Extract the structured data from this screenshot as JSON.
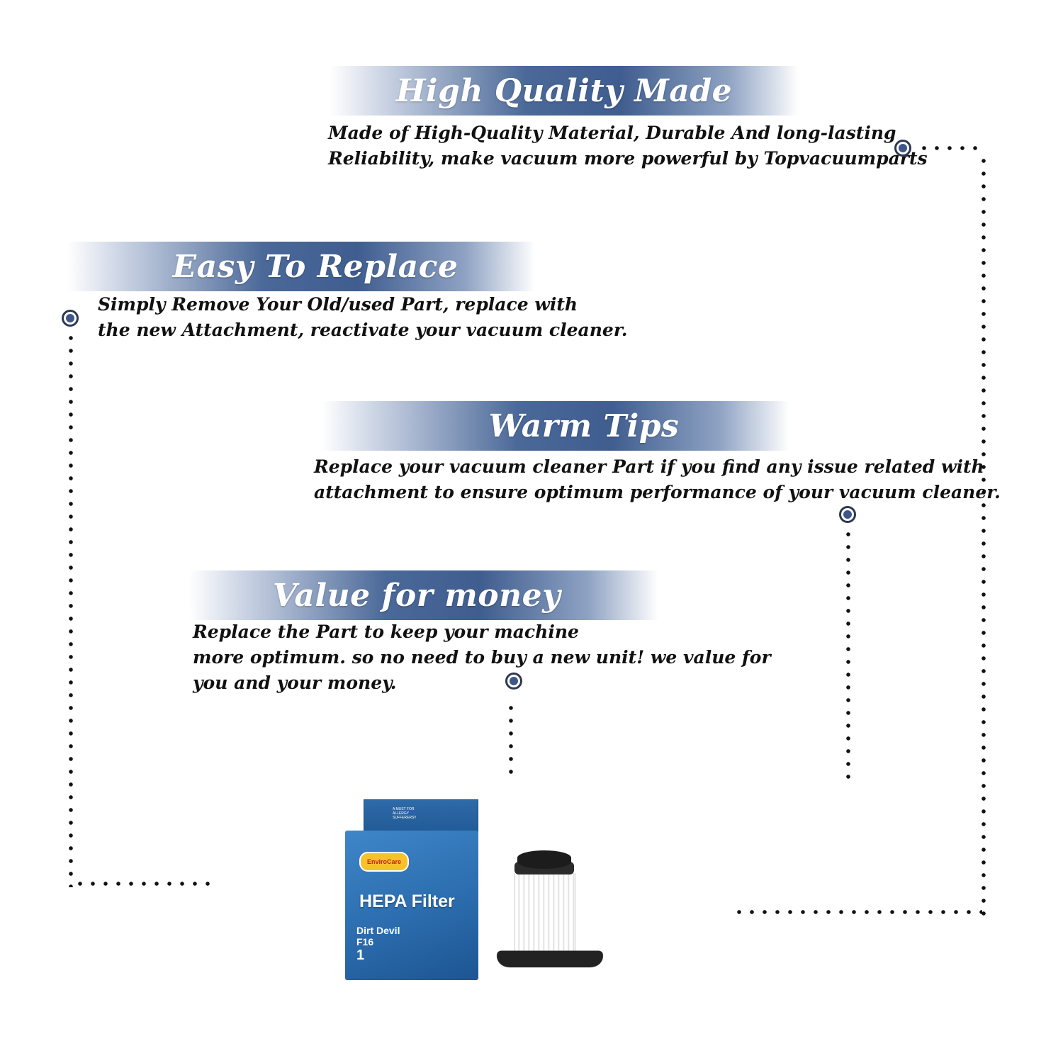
{
  "features": [
    {
      "title": "High Quality Made",
      "lines": [
        "Made of  High-Quality Material, Durable And long-lasting",
        "Reliability, make vacuum more powerful by Topvacuumparts"
      ]
    },
    {
      "title": "Easy To Replace",
      "lines": [
        "Simply Remove Your Old/used Part, replace with",
        "the new Attachment, reactivate your vacuum cleaner."
      ]
    },
    {
      "title": "Warm Tips",
      "lines": [
        "Replace your vacuum cleaner Part if you find any issue related with",
        " attachment to ensure optimum performance of your vacuum cleaner."
      ]
    },
    {
      "title": "Value for money",
      "lines": [
        "Replace the Part to keep your machine",
        "more optimum. so no need to buy a new unit! we value for",
        "you and your money."
      ]
    }
  ],
  "product": {
    "box_tag": "A MUST FOR ALLERGY SUFFERERS!!",
    "brand": "EnviroCare",
    "name": "HEPA Filter",
    "model_line1": "Dirt Devil",
    "model_line2": "F16",
    "count": "1"
  },
  "colors": {
    "banner": "#3f5d8f",
    "dot_fill": "#3e5688",
    "text": "#111111"
  }
}
